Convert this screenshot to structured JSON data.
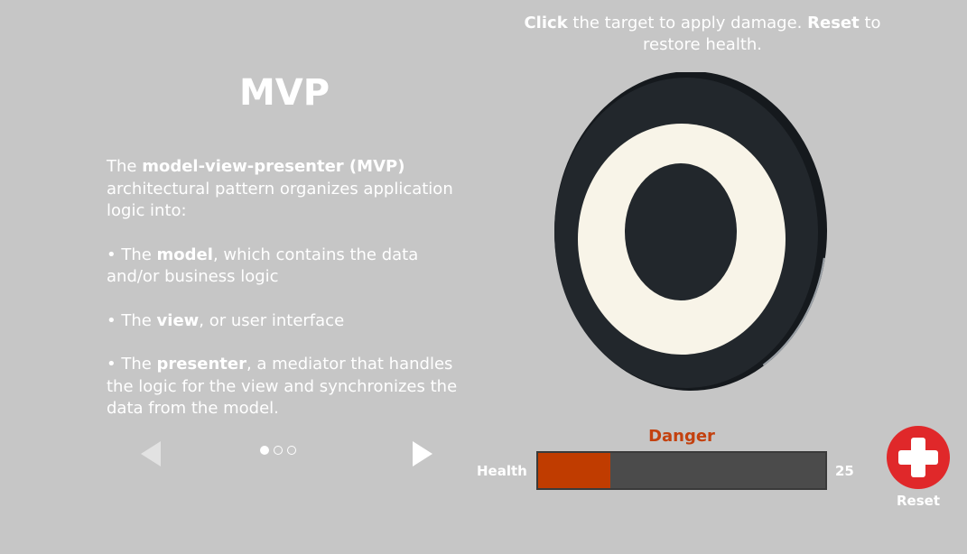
{
  "instruction": {
    "click_word": "Click",
    "middle": " the target to apply damage. ",
    "reset_word": "Reset",
    "end": " to restore health."
  },
  "panel": {
    "title": "MVP",
    "intro_pre": "The ",
    "intro_bold": "model-view-presenter (MVP)",
    "intro_post": " architectural pattern organizes application logic into:",
    "bullets": [
      {
        "pre": "• The ",
        "bold": "model",
        "post": ", which contains the data and/or business logic"
      },
      {
        "pre": "• The ",
        "bold": "view",
        "post": ", or user interface"
      },
      {
        "pre": "• The ",
        "bold": "presenter",
        "post": ", a mediator that handles the logic for the view and synchronizes the data from the model."
      }
    ],
    "page_index": 0,
    "page_count": 3,
    "icons": {
      "prev": "left-arrow-icon",
      "next": "right-arrow-icon"
    }
  },
  "target": {
    "icon": "target-disc-icon",
    "colors": {
      "outer": "#22272c",
      "ring": "#f8f4e8",
      "center": "#22272c"
    }
  },
  "health": {
    "label": "Health",
    "status": "Danger",
    "status_color": "#c3410f",
    "value": "25",
    "fraction": 0.25,
    "fill_color": "#c03c00",
    "track_color": "#4b4b4b"
  },
  "reset": {
    "label": "Reset",
    "icon": "plus-icon",
    "color": "#e0282a"
  },
  "background": "#c6c6c6"
}
